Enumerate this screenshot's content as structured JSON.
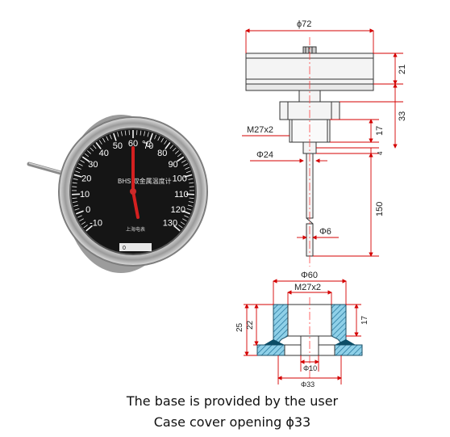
{
  "gauge": {
    "unit": "°C",
    "scale": [
      "-10",
      "0",
      "10",
      "20",
      "30",
      "40",
      "50",
      "60",
      "70",
      "80",
      "90",
      "100",
      "110",
      "120",
      "130"
    ],
    "model_text": "BHS 双金属温度计",
    "maker_text": "上海电表",
    "badge_text": "0",
    "pointer_value": 60,
    "colors": {
      "dial": "#151515",
      "pointer": "#d42020",
      "ring": "#bdbdbd"
    }
  },
  "top_drawing": {
    "dia_top": "ϕ72",
    "thread": "M27x2",
    "dia_nut": "Φ24",
    "dia_stem": "Φ6",
    "dim_21": "21",
    "dim_17": "17",
    "dim_33": "33",
    "dim_4": "4",
    "dim_150": "150"
  },
  "base_drawing": {
    "dia_60": "Φ60",
    "thread": "M27x2",
    "dim_25": "25",
    "dim_22": "22",
    "dim_17": "17",
    "dia_10": "Φ10",
    "dia_33": "Φ33",
    "hatch_color": "#3aa0c8"
  },
  "captions": {
    "line1": "The base is provided by the user",
    "line2": "Case cover opening ϕ33"
  }
}
